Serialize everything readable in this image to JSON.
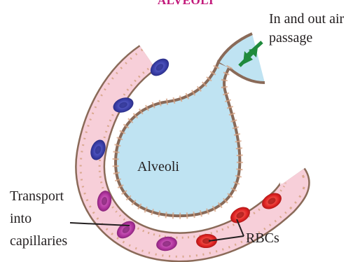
{
  "title": "ALVEOLI",
  "labels": {
    "air_passage": [
      "In and out air",
      "passage"
    ],
    "alveoli": "Alveoli",
    "transport": [
      "Transport",
      "into",
      "capillaries"
    ],
    "rbcs": "RBCs"
  },
  "colors": {
    "vessel_fill": "#f7cfd9",
    "vessel_wall": "#d6a486",
    "alveolus_fill": "#bfe3f2",
    "arrow": "#1f8a3c",
    "deoxygenated_cell": "#3a3fa8",
    "transition_cell": "#b0349e",
    "oxygenated_cell": "#e02424"
  }
}
